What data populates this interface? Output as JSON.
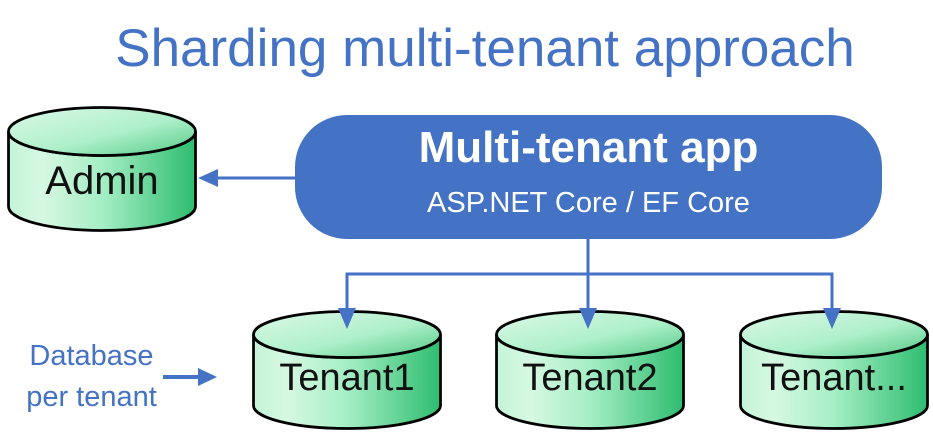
{
  "title": "Sharding multi-tenant approach",
  "app": {
    "name": "Multi-tenant app",
    "stack": "ASP.NET Core / EF Core"
  },
  "admin_db": {
    "label": "Admin"
  },
  "tenant_dbs": [
    {
      "label": "Tenant1"
    },
    {
      "label": "Tenant2"
    },
    {
      "label": "Tenant..."
    }
  ],
  "annotation": {
    "label": "Database per tenant"
  },
  "colors": {
    "accent_blue": "#4472C4",
    "db_green_light": "#d6f8e2",
    "db_green_dark": "#2ebd6f",
    "db_outline": "#000000",
    "text_on_accent": "#ffffff",
    "label_text": "#111111"
  }
}
